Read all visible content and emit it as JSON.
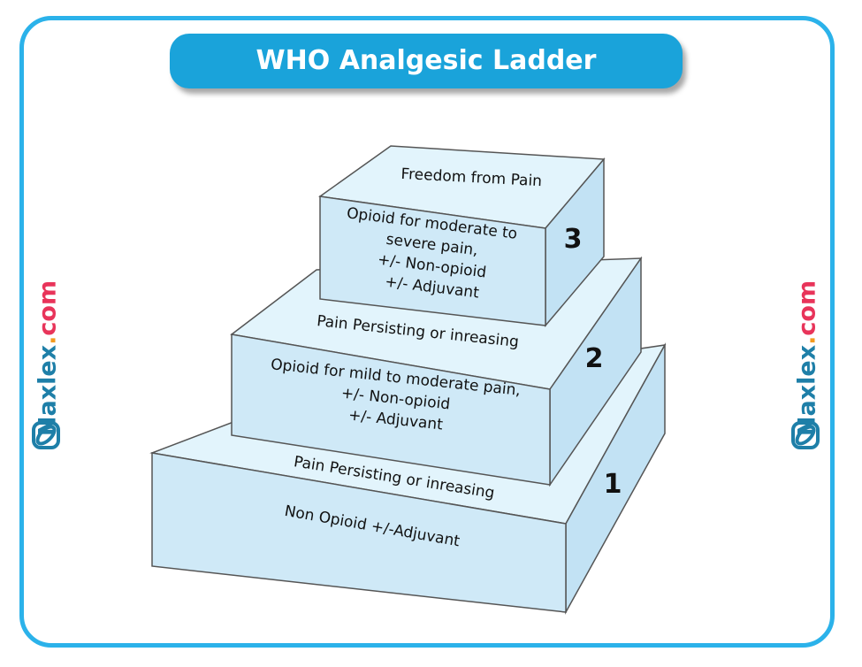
{
  "title": "WHO Analgesic Ladder",
  "brand": {
    "name": "Naxlex",
    "dot": ".",
    "tld": "com"
  },
  "colors": {
    "frame": "#2bb2ea",
    "title_bg": "#1aa3da",
    "front": "#cfe9f7",
    "top": "#e2f4fc",
    "side": "#c2e2f4"
  },
  "steps": [
    {
      "number": "1",
      "front_lines": [
        "Non Opioid +/-Adjuvant"
      ],
      "top_label": "Pain Persisting or inreasing"
    },
    {
      "number": "2",
      "front_lines": [
        "Opioid for mild to moderate pain,",
        "+/- Non-opioid",
        "+/- Adjuvant"
      ],
      "top_label": "Pain Persisting or inreasing"
    },
    {
      "number": "3",
      "front_lines": [
        "Opioid for moderate to",
        "severe pain,",
        "+/- Non-opioid",
        "+/- Adjuvant"
      ],
      "top_label": "Freedom from Pain"
    }
  ]
}
